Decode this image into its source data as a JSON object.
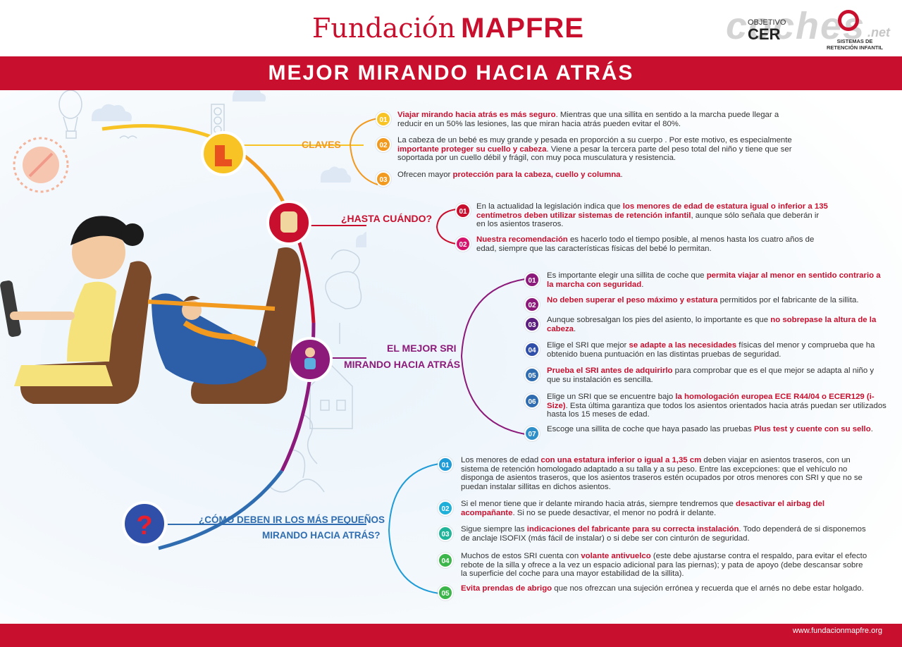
{
  "header": {
    "brand_light": "Fundación",
    "brand_bold": "MAPFRE",
    "logo_watermark": "coches",
    "logo_net": ".net",
    "logo_objetivo": "OBJETIVO",
    "logo_cero": "CER",
    "logo_sub_line1": "SISTEMAS DE",
    "logo_sub_line2": "RETENCIÓN INFANTIL"
  },
  "title": "MEJOR MIRANDO HACIA ATRÁS",
  "footer": {
    "url": "www.fundacionmapfre.org"
  },
  "colors": {
    "brand_red": "#c8102e",
    "claves_yellow": "#f7c325",
    "claves_orange": "#f29a1f",
    "hasta_red": "#c8102e",
    "hasta_pink": "#d3136c",
    "sri_purple": "#8b1a7a",
    "sri_blue": "#2f6db0",
    "como_blue": "#1f9bd7",
    "como_green": "#3cb54a"
  },
  "sections": {
    "claves": {
      "label": "CLAVES",
      "items": [
        {
          "num": "01",
          "parts": [
            {
              "t": "Viajar mirando hacia atrás es más seguro",
              "h": true
            },
            {
              "t": ". Mientras que una sillita en sentido a la marcha puede llegar a reducir en un 50% las lesiones, las que miran hacia atrás pueden evitar el 80%.",
              "h": false
            }
          ]
        },
        {
          "num": "02",
          "parts": [
            {
              "t": "La cabeza de un bebé es muy grande y pesada en proporción a su cuerpo . Por este motivo, es especialmente ",
              "h": false
            },
            {
              "t": "importante proteger su cuello y cabeza",
              "h": true
            },
            {
              "t": ". Viene a pesar la tercera parte del peso total del niño y tiene que ser soportada por un cuello débil y frágil, con muy poca musculatura y resistencia.",
              "h": false
            }
          ]
        },
        {
          "num": "03",
          "parts": [
            {
              "t": "Ofrecen mayor ",
              "h": false
            },
            {
              "t": "protección para la cabeza, cuello y columna",
              "h": true
            },
            {
              "t": ".",
              "h": false
            }
          ]
        }
      ]
    },
    "hasta": {
      "label": "¿HASTA CUÁNDO?",
      "items": [
        {
          "num": "01",
          "parts": [
            {
              "t": "En la actualidad la legislación indica que ",
              "h": false
            },
            {
              "t": "los menores de edad de estatura igual o inferior a 135 centímetros deben utilizar sistemas de retención infantil",
              "h": true
            },
            {
              "t": ", aunque sólo señala que deberán ir en los asientos traseros.",
              "h": false
            }
          ]
        },
        {
          "num": "02",
          "parts": [
            {
              "t": "Nuestra recomendación",
              "h": true
            },
            {
              "t": " es hacerlo todo el tiempo posible, al menos hasta los cuatro años de edad, siempre que las características físicas del bebé lo permitan.",
              "h": false
            }
          ]
        }
      ]
    },
    "sri": {
      "label_line1": "EL MEJOR SRI",
      "label_line2": "MIRANDO HACIA ATRÁS",
      "items": [
        {
          "num": "01",
          "parts": [
            {
              "t": "Es importante elegir una sillita de coche que ",
              "h": false
            },
            {
              "t": "permita viajar al menor en sentido contrario a la marcha con seguridad",
              "h": true
            },
            {
              "t": ".",
              "h": false
            }
          ]
        },
        {
          "num": "02",
          "parts": [
            {
              "t": "No deben superar el peso máximo y estatura",
              "h": true
            },
            {
              "t": " permitidos por el fabricante de la sillita.",
              "h": false
            }
          ]
        },
        {
          "num": "03",
          "parts": [
            {
              "t": "Aunque sobresalgan los pies del asiento, lo importante es que ",
              "h": false
            },
            {
              "t": "no sobrepase la altura de la cabeza",
              "h": true
            },
            {
              "t": ".",
              "h": false
            }
          ]
        },
        {
          "num": "04",
          "parts": [
            {
              "t": "Elige el SRI que mejor ",
              "h": false
            },
            {
              "t": "se adapte a las necesidades",
              "h": true
            },
            {
              "t": " físicas del menor y comprueba que ha obtenido buena puntuación en las distintas pruebas de seguridad.",
              "h": false
            }
          ]
        },
        {
          "num": "05",
          "parts": [
            {
              "t": "Prueba el SRI antes de adquirirlo",
              "h": true
            },
            {
              "t": " para comprobar que es el que mejor se adapta al niño y que su instalación es sencilla.",
              "h": false
            }
          ]
        },
        {
          "num": "06",
          "parts": [
            {
              "t": "Elige un SRI que se encuentre bajo ",
              "h": false
            },
            {
              "t": "la homologación europea ECE R44/04 o ECER129 (i-Size)",
              "h": true
            },
            {
              "t": ". Esta última garantiza que todos los asientos orientados hacia atrás puedan ser utilizados hasta los 15 meses de edad.",
              "h": false
            }
          ]
        },
        {
          "num": "07",
          "parts": [
            {
              "t": "Escoge una sillita de coche que haya pasado las pruebas ",
              "h": false
            },
            {
              "t": "Plus test y cuente con su sello",
              "h": true
            },
            {
              "t": ".",
              "h": false
            }
          ]
        }
      ]
    },
    "como": {
      "label_line1": "¿CÓMO DEBEN IR LOS MÁS PEQUEÑOS",
      "label_line2": "MIRANDO HACIA ATRÁS?",
      "items": [
        {
          "num": "01",
          "parts": [
            {
              "t": "Los menores de edad ",
              "h": false
            },
            {
              "t": "con una estatura inferior o igual a 1,35 cm",
              "h": true
            },
            {
              "t": " deben viajar en asientos traseros, con un sistema de retención homologado adaptado a su talla y a su peso. Entre las excepciones: que el vehículo no disponga de asientos traseros, que los asientos traseros estén ocupados por otros menores con SRI y que no se puedan instalar sillitas en dichos asientos.",
              "h": false
            }
          ]
        },
        {
          "num": "02",
          "parts": [
            {
              "t": "Si el menor tiene que ir delante mirando hacia atrás, siempre tendremos que ",
              "h": false
            },
            {
              "t": "desactivar el airbag del acompañante",
              "h": true
            },
            {
              "t": ". Si no se puede desactivar, el menor no podrá ir delante.",
              "h": false
            }
          ]
        },
        {
          "num": "03",
          "parts": [
            {
              "t": "Sigue siempre las ",
              "h": false
            },
            {
              "t": "indicaciones del fabricante para su correcta instalación",
              "h": true
            },
            {
              "t": ". Todo dependerá de si disponemos de anclaje ISOFIX (más fácil de instalar) o si debe ser con cinturón de seguridad.",
              "h": false
            }
          ]
        },
        {
          "num": "04",
          "parts": [
            {
              "t": "Muchos de estos SRI cuenta con ",
              "h": false
            },
            {
              "t": "volante antivuelco",
              "h": true
            },
            {
              "t": " (este debe ajustarse contra el respaldo, para evitar el efecto rebote de la silla y ofrece a la vez un espacio adicional para las piernas); y pata de apoyo (debe descansar sobre la superficie del coche para una mayor estabilidad de la sillita).",
              "h": false
            }
          ]
        },
        {
          "num": "05",
          "parts": [
            {
              "t": "Evita prendas de abrigo",
              "h": true
            },
            {
              "t": " que nos ofrezcan una sujeción errónea y recuerda que el arnés no debe estar holgado.",
              "h": false
            }
          ]
        }
      ]
    }
  }
}
